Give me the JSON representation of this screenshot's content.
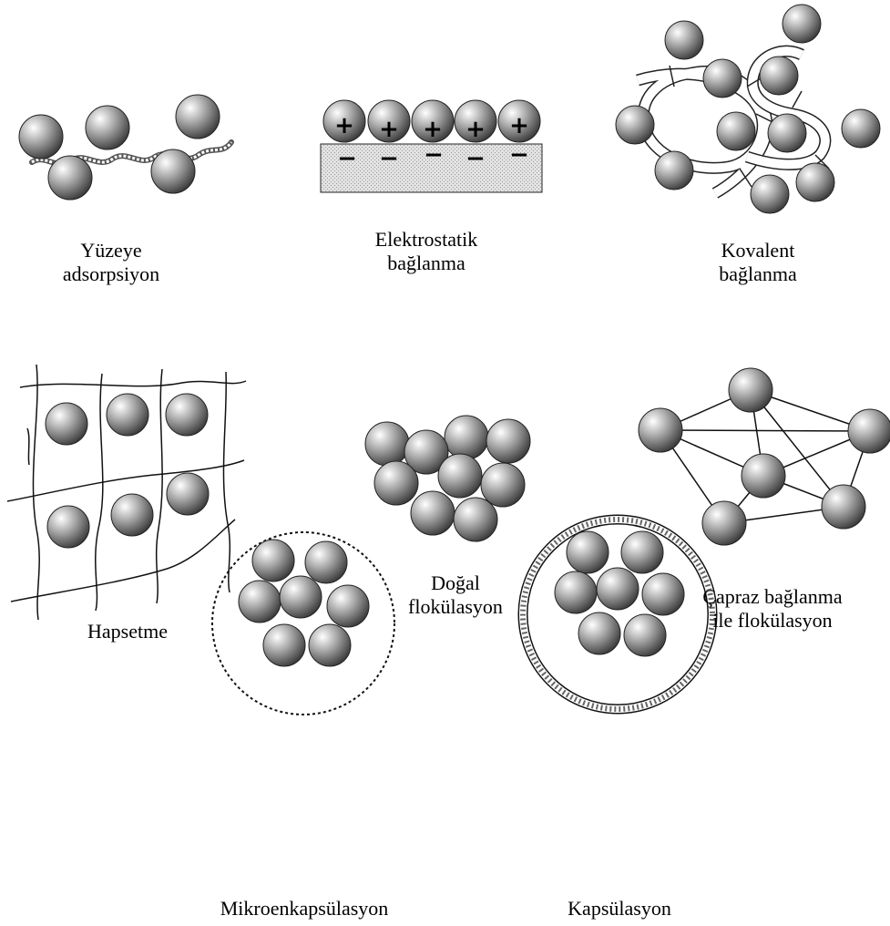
{
  "panels": {
    "surface_adsorption": {
      "line1": "Yüzeye",
      "line2": "adsorpsiyon"
    },
    "electrostatic_binding": {
      "line1": "Elektrostatik",
      "line2": "bağlanma",
      "charge_positive": "+",
      "charge_negative": "−"
    },
    "covalent_binding": {
      "line1": "Kovalent",
      "line2": "bağlanma"
    },
    "entrapment": {
      "line1": "Hapsetme"
    },
    "natural_flocculation": {
      "line1": "Doğal",
      "line2": "flokülasyon"
    },
    "crosslink_flocculation": {
      "line1": "Çapraz bağlanma",
      "line2": "ile flokülasyon"
    },
    "microencapsulation": {
      "line1": "Mikroenkapsülasyon"
    },
    "encapsulation": {
      "line1": "Kapsülasyon"
    }
  },
  "colors": {
    "sphere_light": "#ffffff",
    "sphere_mid": "#a0a0a0",
    "sphere_dark": "#3a3a3a",
    "support": "#d9d9d9"
  }
}
